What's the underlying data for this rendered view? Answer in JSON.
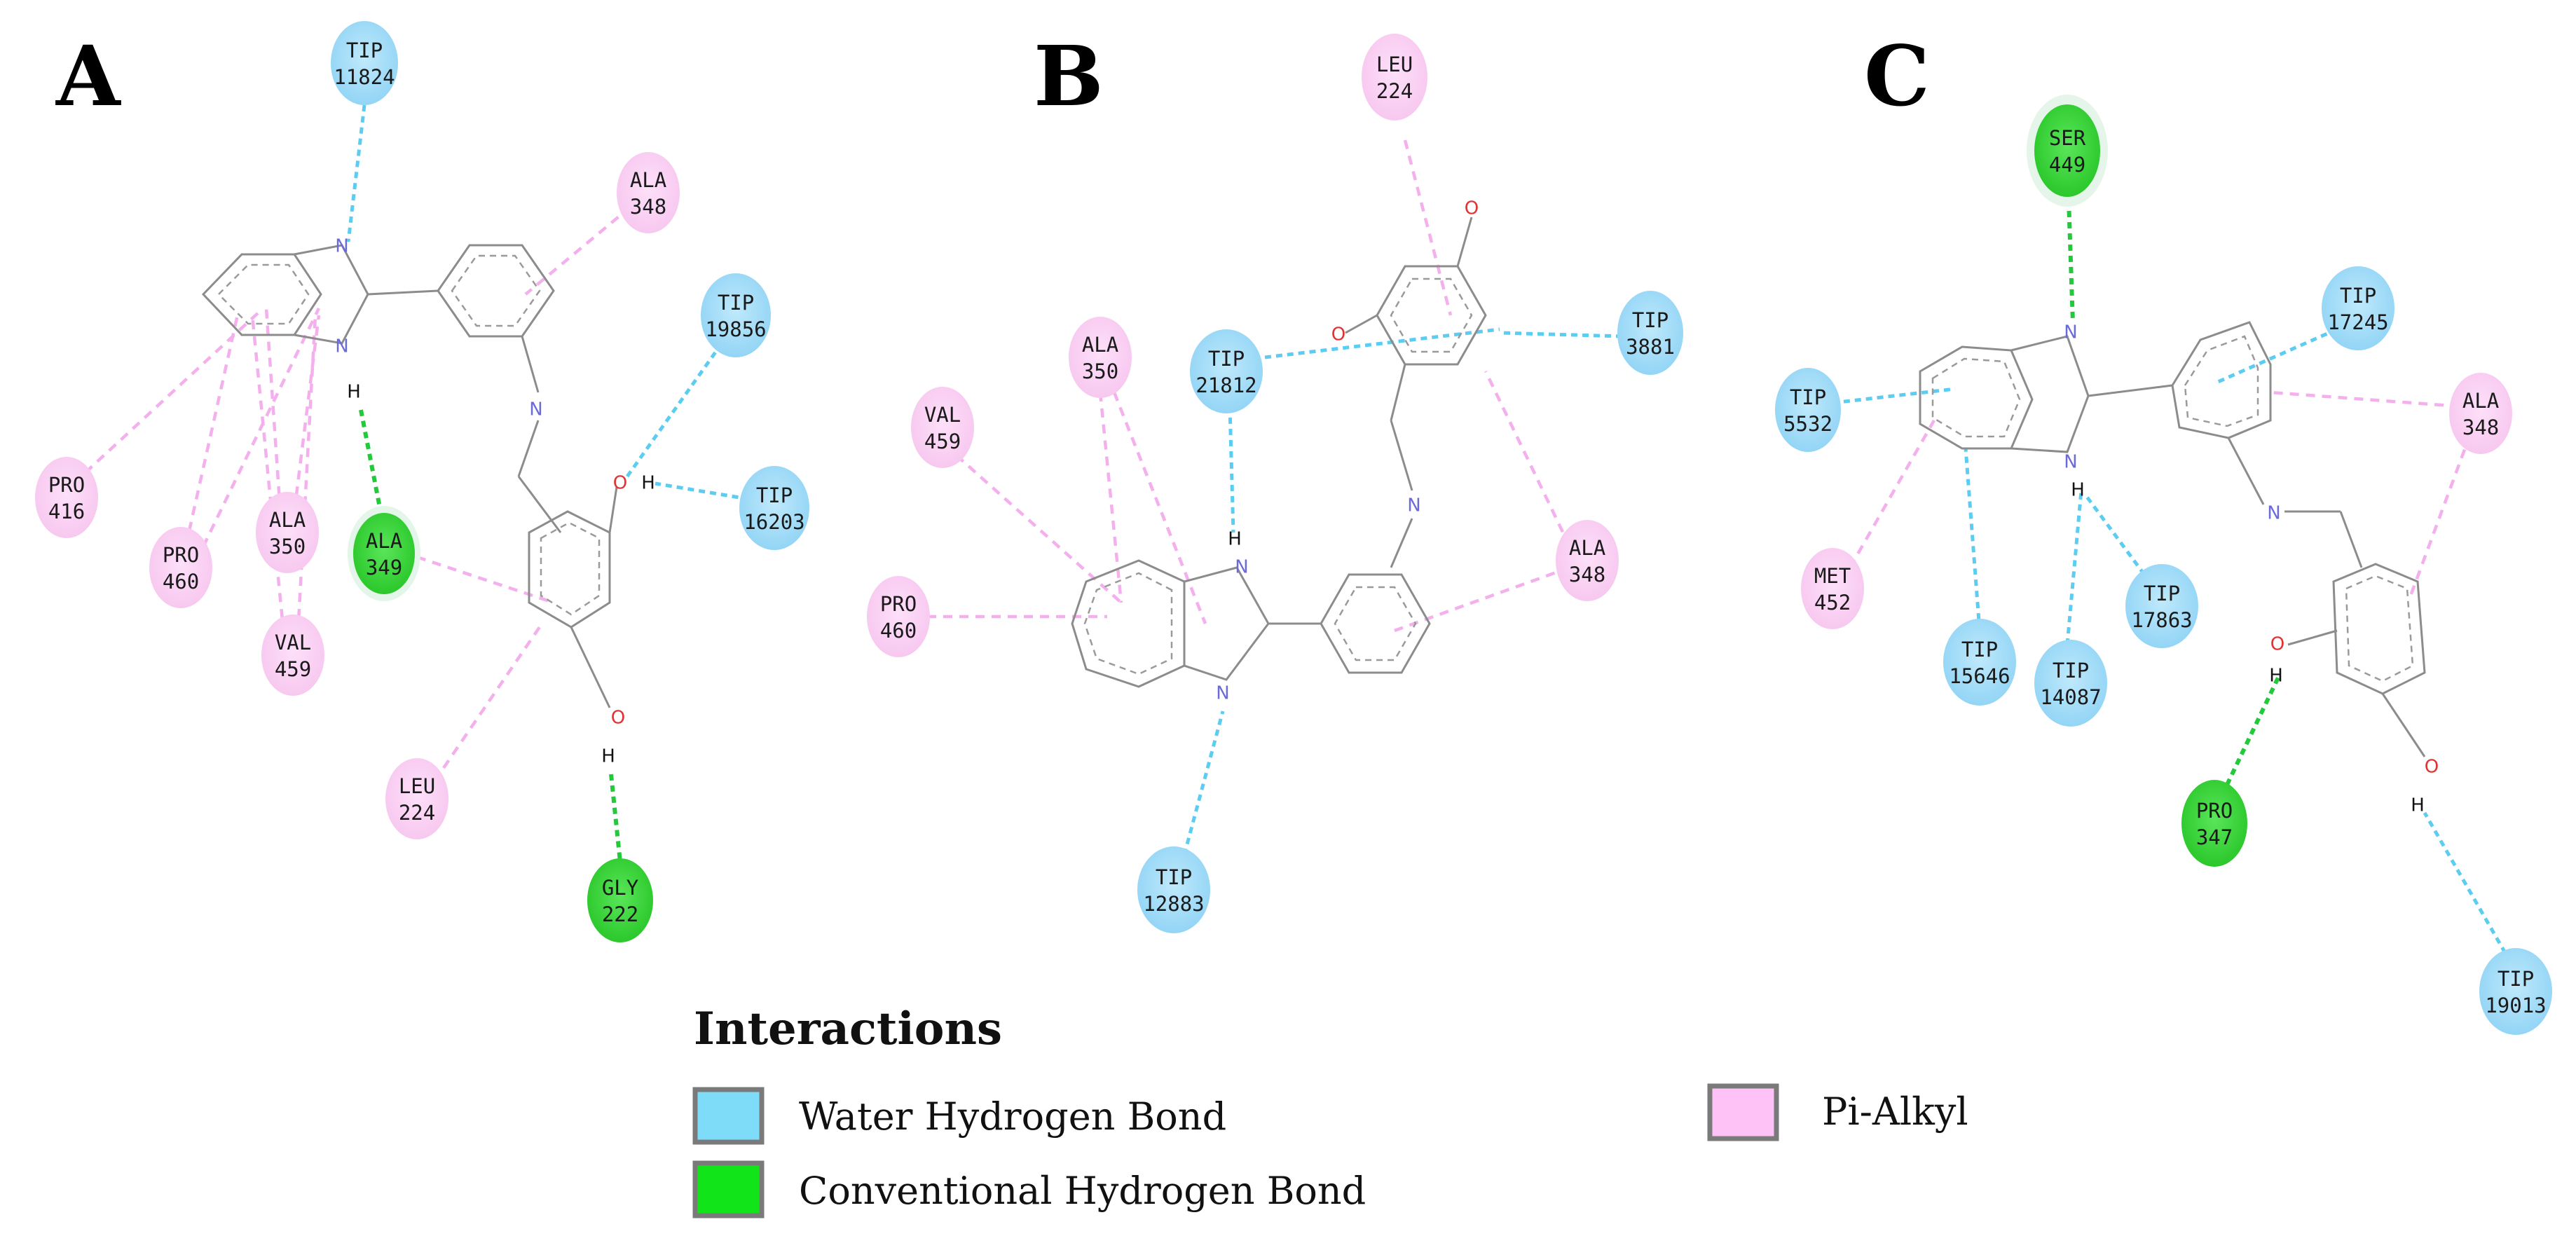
{
  "panels": [
    {
      "label": "A"
    },
    {
      "label": "B"
    },
    {
      "label": "C"
    }
  ],
  "atoms": {
    "N": "N",
    "O": "O",
    "H": "H"
  },
  "residues": {
    "A": [
      {
        "name": "TIP",
        "num": "11824",
        "type": "water"
      },
      {
        "name": "ALA",
        "num": "348",
        "type": "pi"
      },
      {
        "name": "TIP",
        "num": "19856",
        "type": "water"
      },
      {
        "name": "TIP",
        "num": "16203",
        "type": "water"
      },
      {
        "name": "PRO",
        "num": "416",
        "type": "pi"
      },
      {
        "name": "PRO",
        "num": "460",
        "type": "pi"
      },
      {
        "name": "ALA",
        "num": "350",
        "type": "pi"
      },
      {
        "name": "VAL",
        "num": "459",
        "type": "pi"
      },
      {
        "name": "ALA",
        "num": "349",
        "type": "hbond"
      },
      {
        "name": "LEU",
        "num": "224",
        "type": "pi"
      },
      {
        "name": "GLY",
        "num": "222",
        "type": "hbond"
      }
    ],
    "B": [
      {
        "name": "LEU",
        "num": "224",
        "type": "pi"
      },
      {
        "name": "TIP",
        "num": "3881",
        "type": "water"
      },
      {
        "name": "ALA",
        "num": "350",
        "type": "pi"
      },
      {
        "name": "TIP",
        "num": "21812",
        "type": "water"
      },
      {
        "name": "VAL",
        "num": "459",
        "type": "pi"
      },
      {
        "name": "PRO",
        "num": "460",
        "type": "pi"
      },
      {
        "name": "ALA",
        "num": "348",
        "type": "pi"
      },
      {
        "name": "TIP",
        "num": "12883",
        "type": "water"
      }
    ],
    "C": [
      {
        "name": "SER",
        "num": "449",
        "type": "hbond"
      },
      {
        "name": "TIP",
        "num": "17245",
        "type": "water"
      },
      {
        "name": "TIP",
        "num": "5532",
        "type": "water"
      },
      {
        "name": "ALA",
        "num": "348",
        "type": "pi"
      },
      {
        "name": "MET",
        "num": "452",
        "type": "pi"
      },
      {
        "name": "TIP",
        "num": "17863",
        "type": "water"
      },
      {
        "name": "TIP",
        "num": "15646",
        "type": "water"
      },
      {
        "name": "TIP",
        "num": "14087",
        "type": "water"
      },
      {
        "name": "PRO",
        "num": "347",
        "type": "hbond"
      },
      {
        "name": "TIP",
        "num": "19013",
        "type": "water"
      }
    ]
  },
  "legend": {
    "title": "Interactions",
    "items": [
      {
        "label": "Water Hydrogen Bond",
        "color": "#7fdcf8"
      },
      {
        "label": "Conventional Hydrogen Bond",
        "color": "#11e51a"
      },
      {
        "label": "Pi-Alkyl",
        "color": "#ffc2f6"
      }
    ]
  },
  "colors": {
    "water": "#9fdcf7",
    "hbond": "#36d436",
    "pi": "#fbd2f4",
    "water_line": "#5ccdf0",
    "hbond_line": "#22c93a",
    "pi_line": "#f4b0ec"
  }
}
